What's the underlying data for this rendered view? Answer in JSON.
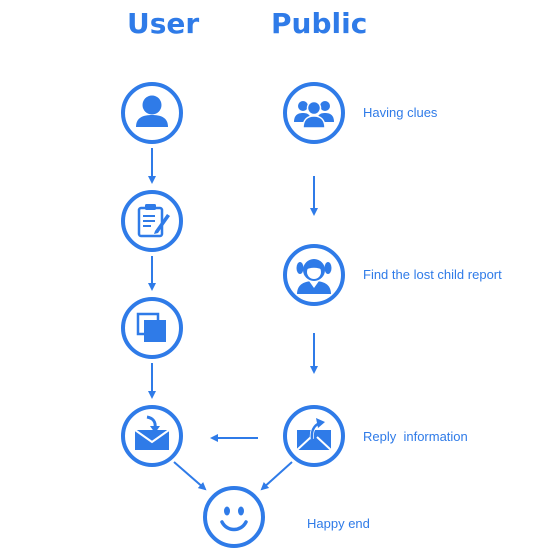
{
  "headings": {
    "user": "User",
    "public": "Public"
  },
  "labels": {
    "having_clues": "Having clues",
    "find_report": "Find the lost child report",
    "reply_information": "Reply  information",
    "happy_end": "Happy end"
  },
  "nodes": {
    "user": "user-icon",
    "clipboard": "clipboard-icon",
    "squares": "overlapping-squares-icon",
    "inbox": "envelope-download-icon",
    "group": "group-icon",
    "girl": "girl-icon",
    "reply": "envelope-reply-icon",
    "smiley": "smiley-face-icon"
  },
  "colors": {
    "accent": "#2f7be8",
    "background": "#ffffff"
  }
}
